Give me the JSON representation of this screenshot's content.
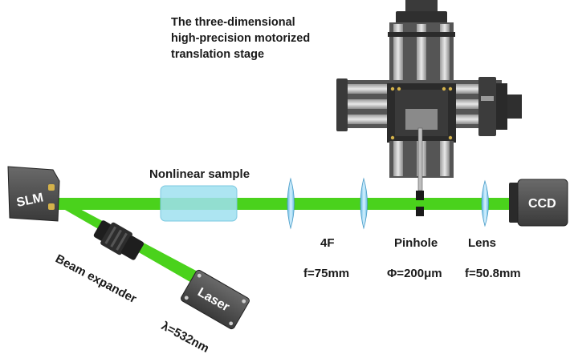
{
  "title": {
    "lines": [
      "The three-dimensional",
      "high-precision motorized",
      "translation stage"
    ]
  },
  "labels": {
    "nonlinear_sample": "Nonlinear sample",
    "slm": "SLM",
    "laser": "Laser",
    "beam_expander": "Beam expander",
    "wavelength": "λ=532nm",
    "four_f": "4F",
    "four_f_focal": "f=75mm",
    "pinhole": "Pinhole",
    "pinhole_diameter": "Φ=200μm",
    "lens": "Lens",
    "lens_focal": "f=50.8mm",
    "ccd": "CCD"
  },
  "colors": {
    "beam": "#4ad21c",
    "device_body": "#4a4a4a",
    "device_dark": "#2c2c2c",
    "lens_glass": "#8fd0ee",
    "sample_glass": "#9fe0f0",
    "stage_rail": "#c8c8c8"
  },
  "icons": [
    "slm-icon",
    "laser-icon",
    "beam-expander-icon",
    "lens-icon",
    "pinhole-icon",
    "ccd-camera-icon",
    "translation-stage-icon",
    "nonlinear-sample-icon"
  ]
}
